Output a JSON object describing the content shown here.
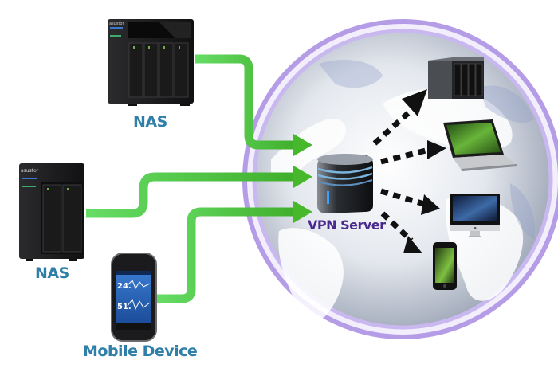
{
  "diagram": {
    "title": "VPN Server network diagram",
    "colors": {
      "label_blue": "#2f7fa8",
      "label_purple": "#4b2a8f",
      "connector_green": "#5ad65a",
      "globe_ring": "#b9a3e6",
      "arrow_black": "#111111"
    },
    "nodes": {
      "nas_top": {
        "label": "NAS",
        "icon": "nas-4bay-icon",
        "brand": "asustor"
      },
      "nas_left": {
        "label": "NAS",
        "icon": "nas-2bay-icon",
        "brand": "asustor"
      },
      "mobile": {
        "label": "Mobile Device",
        "icon": "smartphone-icon",
        "screen_values": [
          "24.",
          "51."
        ]
      },
      "vpn_server": {
        "label": "VPN Server",
        "icon": "server-icon"
      }
    },
    "destinations": [
      {
        "icon": "nas-desktop-icon"
      },
      {
        "icon": "laptop-icon"
      },
      {
        "icon": "imac-icon"
      },
      {
        "icon": "iphone-icon"
      }
    ],
    "connections": [
      {
        "from": "nas_top",
        "to": "vpn_server",
        "style": "solid-green-arrow"
      },
      {
        "from": "nas_left",
        "to": "vpn_server",
        "style": "solid-green-arrow"
      },
      {
        "from": "mobile",
        "to": "vpn_server",
        "style": "solid-green-arrow"
      },
      {
        "from": "vpn_server",
        "to": "destinations.0",
        "style": "dashed-black-arrow"
      },
      {
        "from": "vpn_server",
        "to": "destinations.1",
        "style": "dashed-black-arrow"
      },
      {
        "from": "vpn_server",
        "to": "destinations.2",
        "style": "dashed-black-arrow"
      },
      {
        "from": "vpn_server",
        "to": "destinations.3",
        "style": "dashed-black-arrow"
      }
    ]
  }
}
